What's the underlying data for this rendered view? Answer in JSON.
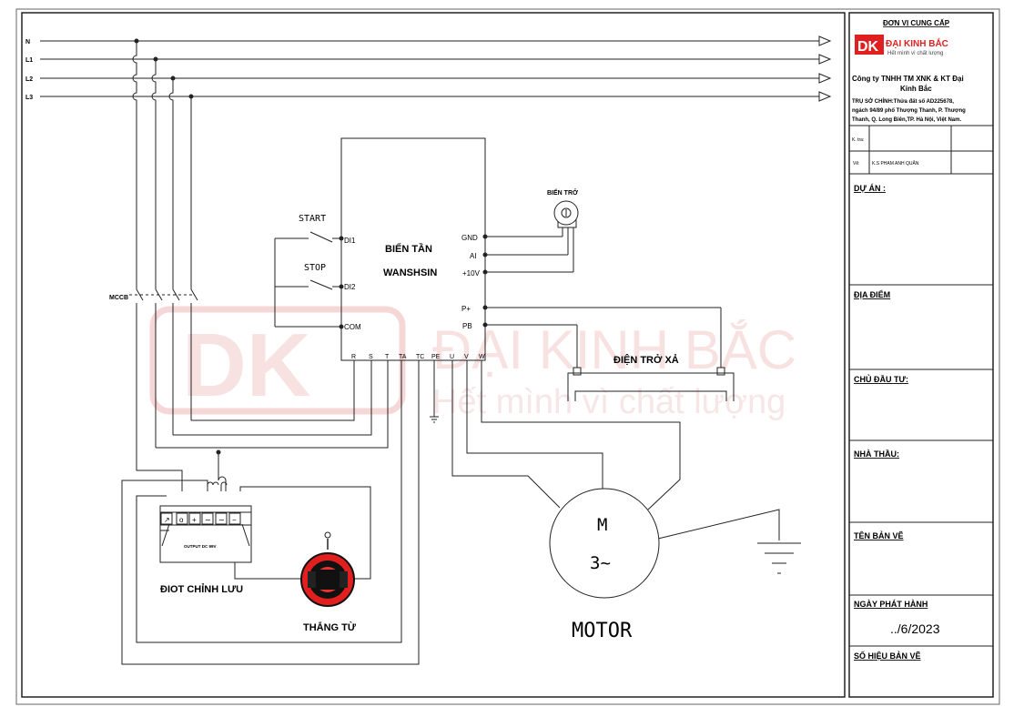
{
  "lines": {
    "n": "N",
    "l1": "L1",
    "l2": "L2",
    "l3": "L3"
  },
  "mccb": "MCCB",
  "inverter": {
    "name1": "BIẾN  TẦN",
    "name2": "WANSHSIN",
    "di1": "DI1",
    "di2": "DI2",
    "com": "COM",
    "gnd": "GND",
    "ai": "AI",
    "v10": "+10V",
    "pplus": "P+",
    "pb": "PB",
    "bottom_terminals": [
      "R",
      "S",
      "T",
      "TA",
      "TC",
      "PE",
      "U",
      "V",
      "W"
    ]
  },
  "switches": {
    "start": "START",
    "stop": "STOP"
  },
  "potentiometer": "BIẾN TRỞ",
  "brake_resistor": "ĐIỆN TRỞ XẢ",
  "rectifier": {
    "label": "ĐIOT CHỈNH LƯU",
    "output": "OUTPUT DC 99V",
    "terminal_marks": [
      "↗",
      "o",
      "+",
      "∼",
      "∼",
      "−"
    ]
  },
  "brake": "THẮNG TỪ",
  "motor": {
    "m": "M",
    "phase": "3~",
    "label": "MOTOR"
  },
  "watermark": {
    "logo": "DK",
    "brand": "ĐẠI KINH BẮC",
    "slogan": "Hết mình vì chất lượng"
  },
  "title_block": {
    "supplier_header": "ĐƠN VỊ CUNG CẤP",
    "logo_text": "DK",
    "brand_name": "ĐẠI KINH BẮC",
    "brand_slogan": "Hết mình vì chất lượng",
    "company_line1": "Công ty TNHH TM XNK & KT Đại",
    "company_line2": "Kinh Bắc",
    "address_line1": "TRỤ SỞ CHÍNH:Thửa đất số AD225678,",
    "address_line2": "ngách 94/89 phố Thượng Thanh, P. Thượng",
    "address_line3": "Thanh, Q. Long Biên,TP. Hà Nội, Việt Nam.",
    "check_label": "K. tra:",
    "drawn_label": "Vẽ:",
    "drawn_by": "K.S PHẠM ANH QUÂN",
    "project": "DỰ ÁN :",
    "location": "ĐỊA ĐIỂM",
    "owner": "CHỦ ĐẦU TƯ:",
    "contractor": "NHÀ THẦU:",
    "drawing_name": "TÊN BẢN VẼ",
    "issue_date_label": "NGÀY PHÁT HÀNH",
    "issue_date": "../6/2023",
    "drawing_no": "SỐ HIỆU BẢN VẼ"
  },
  "colors": {
    "line": "#222222",
    "brand_red": "#e02020",
    "watermark": "#f3c9c9"
  }
}
